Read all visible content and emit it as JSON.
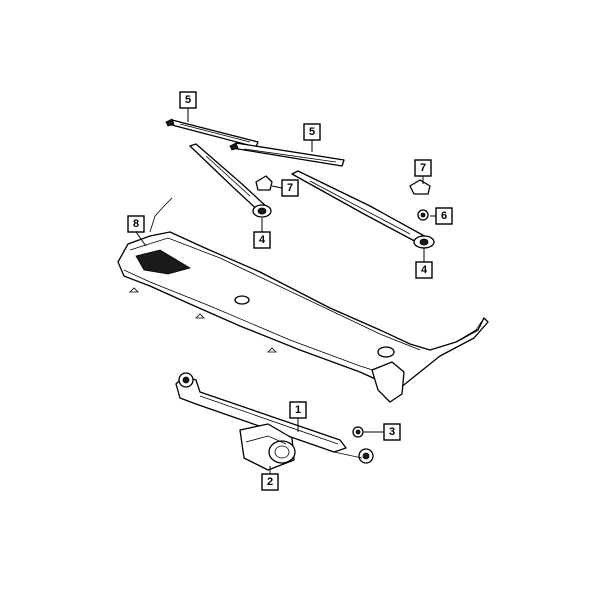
{
  "callouts": [
    {
      "id": "c5a",
      "label": "5"
    },
    {
      "id": "c5b",
      "label": "5"
    },
    {
      "id": "c7a",
      "label": "7"
    },
    {
      "id": "c7b",
      "label": "7"
    },
    {
      "id": "c6",
      "label": "6"
    },
    {
      "id": "c4a",
      "label": "4"
    },
    {
      "id": "c4b",
      "label": "4"
    },
    {
      "id": "c8",
      "label": "8"
    },
    {
      "id": "c1",
      "label": "1"
    },
    {
      "id": "c3",
      "label": "3"
    },
    {
      "id": "c2",
      "label": "2"
    }
  ]
}
